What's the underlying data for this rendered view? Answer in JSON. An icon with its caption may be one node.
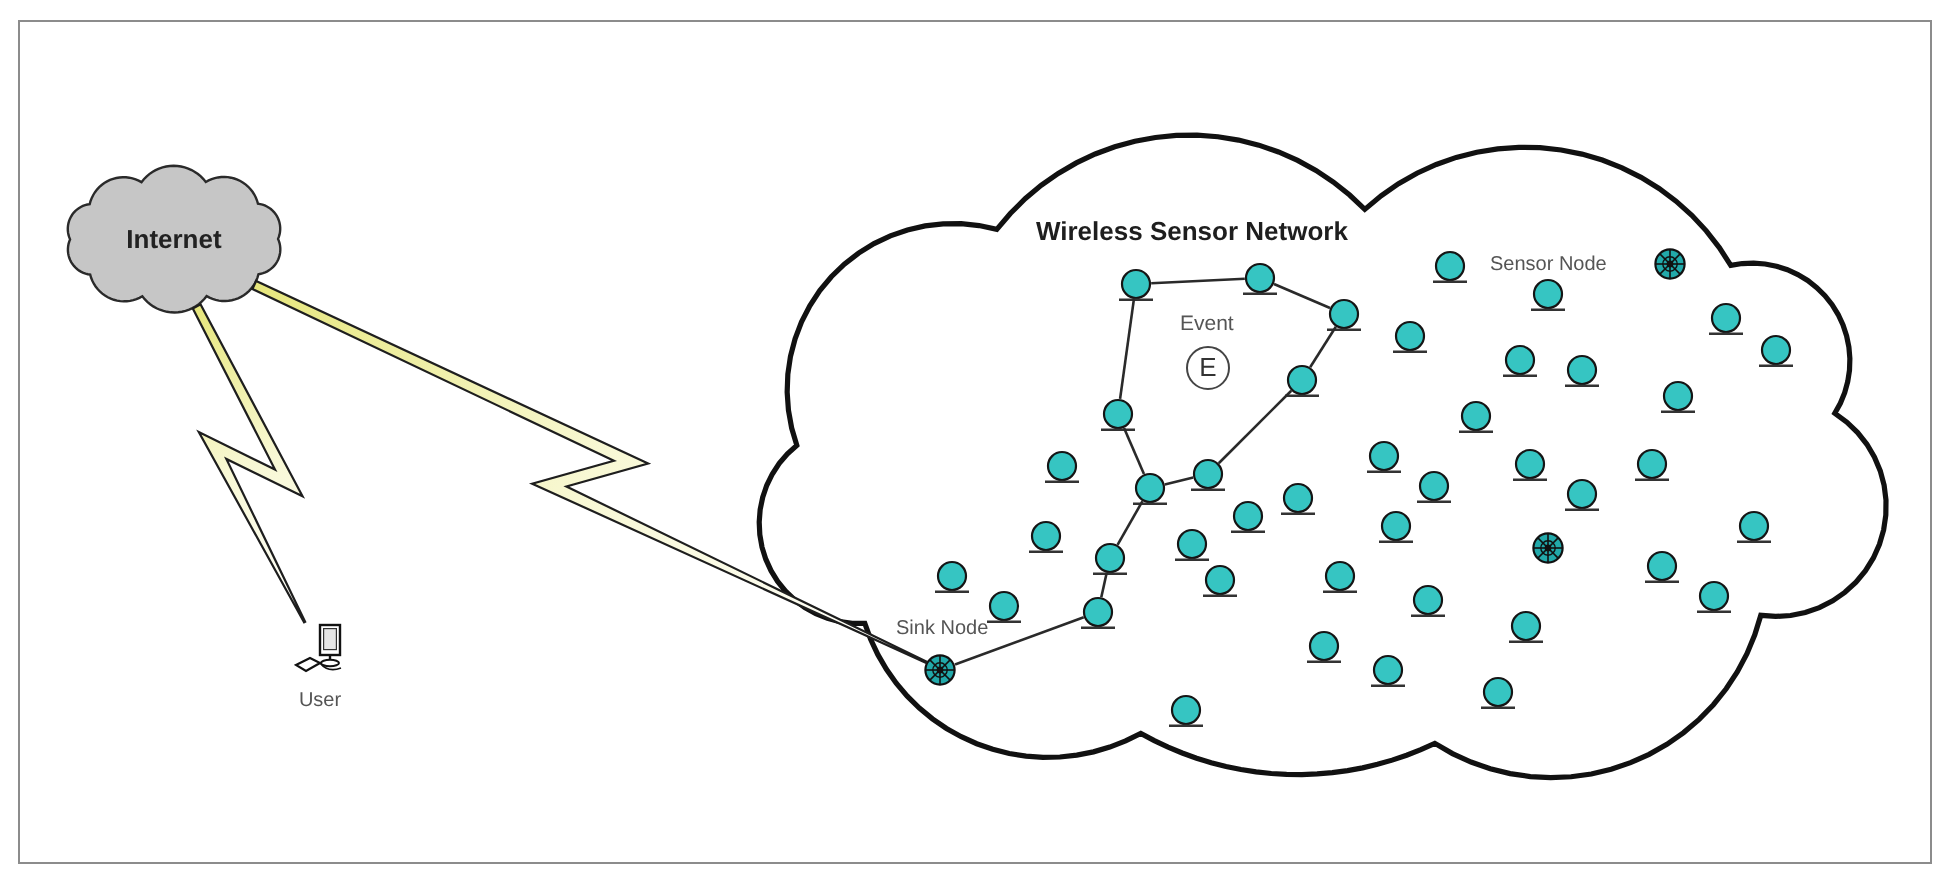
{
  "diagram": {
    "nodes": [
      {
        "text": [
          "Internet"
        ]
      },
      {
        "text": [
          "User"
        ]
      },
      {
        "text": [
          "Wireless Sensor Network"
        ]
      },
      {
        "text": [
          "E"
        ],
        "beside": [
          "Event"
        ],
        "in": 2
      },
      {
        "text": [],
        "shape": "circle",
        "in": 2
      },
      {
        "text": [],
        "shape": "circle",
        "in": 2
      },
      {
        "text": [],
        "shape": "circle",
        "in": 2
      },
      {
        "text": [],
        "shape": "circle",
        "in": 2
      },
      {
        "text": [],
        "shape": "circle",
        "in": 2
      },
      {
        "text": [],
        "shape": "circle",
        "in": 2
      },
      {
        "text": [],
        "shape": "circle",
        "in": 2
      },
      {
        "text": [],
        "shape": "circle",
        "in": 2
      },
      {
        "text": [],
        "shape": "circle",
        "in": 2
      },
      {
        "text": [],
        "shape": "circle",
        "in": 2
      },
      {
        "text": [],
        "shape": "circle",
        "in": 2
      },
      {
        "text": [],
        "shape": "circle",
        "in": 2
      },
      {
        "text": [],
        "shape": "circle",
        "in": 2
      },
      {
        "text": [],
        "shape": "circle",
        "in": 2
      },
      {
        "text": [],
        "shape": "circle",
        "in": 2
      },
      {
        "text": [],
        "shape": "circle",
        "in": 2
      },
      {
        "text": [],
        "shape": "circle",
        "in": 2
      },
      {
        "text": [],
        "shape": "circle",
        "in": 2
      },
      {
        "text": [],
        "shape": "circle",
        "in": 2
      },
      {
        "text": [],
        "shape": "circle",
        "in": 2
      },
      {
        "text": [],
        "shape": "circle",
        "in": 2
      },
      {
        "text": [],
        "shape": "circle",
        "in": 2
      },
      {
        "text": [],
        "shape": "circle",
        "in": 2
      },
      {
        "text": [],
        "shape": "circle",
        "in": 2
      },
      {
        "text": [],
        "shape": "circle",
        "in": 2
      },
      {
        "text": [],
        "shape": "circle",
        "in": 2
      },
      {
        "text": [],
        "shape": "circle",
        "in": 2
      },
      {
        "text": [],
        "shape": "circle",
        "in": 2
      },
      {
        "text": [],
        "shape": "circle",
        "in": 2
      },
      {
        "text": [],
        "shape": "circle",
        "in": 2
      },
      {
        "text": [],
        "shape": "circle",
        "in": 2
      },
      {
        "text": [],
        "shape": "circle",
        "in": 2
      },
      {
        "text": [],
        "shape": "circle",
        "in": 2
      },
      {
        "text": [],
        "shape": "circle",
        "in": 2
      },
      {
        "text": [],
        "shape": "circle",
        "in": 2
      },
      {
        "text": [],
        "shape": "circle",
        "in": 2
      },
      {
        "text": [],
        "shape": "circle",
        "in": 2
      },
      {
        "text": [],
        "shape": "circle",
        "in": 2
      },
      {
        "text": [],
        "shape": "circle",
        "in": 2
      },
      {
        "text": [],
        "shape": "circle",
        "in": 2
      },
      {
        "text": [],
        "shape": "circle",
        "in": 2
      },
      {
        "text": [],
        "shape": "circle",
        "in": 2
      },
      {
        "text": [],
        "shape": "circle",
        "in": 2
      },
      {
        "text": [],
        "shape": "circle",
        "in": 2
      },
      {
        "text": [],
        "shape": "circle",
        "in": 2
      }
    ],
    "edges": [
      {
        "from": 0,
        "to": 1,
        "arrow": "none",
        "style": "thick"
      },
      {
        "from": 0,
        "to": 4,
        "arrow": "none",
        "style": "thick"
      },
      {
        "from": 12,
        "to": 19,
        "arrow": "none"
      },
      {
        "from": 19,
        "to": 24,
        "arrow": "none"
      },
      {
        "from": 24,
        "to": 21,
        "arrow": "none"
      },
      {
        "from": 21,
        "to": 16,
        "arrow": "none"
      },
      {
        "from": 16,
        "to": 13,
        "arrow": "none"
      },
      {
        "from": 13,
        "to": 11,
        "arrow": "none"
      },
      {
        "from": 11,
        "to": 12,
        "arrow": "none"
      },
      {
        "from": 13,
        "to": 10,
        "arrow": "none"
      },
      {
        "from": 10,
        "to": 9,
        "arrow": "none"
      },
      {
        "from": 9,
        "to": 4,
        "arrow": "none"
      }
    ],
    "labels": [
      "Sensor Node",
      "Sink Node"
    ]
  }
}
